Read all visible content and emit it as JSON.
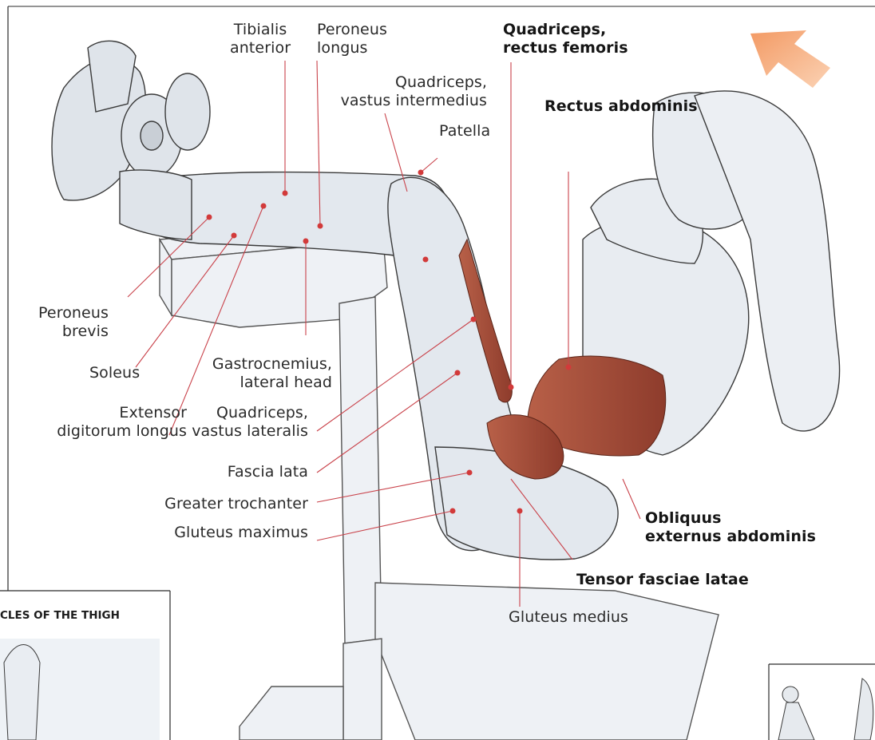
{
  "labels": {
    "tibialis_anterior": [
      "Tibialis",
      "anterior"
    ],
    "peroneus_longus": [
      "Peroneus",
      "longus"
    ],
    "quad_rectus_femoris": [
      "Quadriceps,",
      "rectus femoris"
    ],
    "quad_vastus_intermedius": [
      "Quadriceps,",
      "vastus intermedius"
    ],
    "rectus_abdominis": "Rectus abdominis",
    "patella": "Patella",
    "peroneus_brevis": [
      "Peroneus",
      "brevis"
    ],
    "soleus": "Soleus",
    "gastrocnemius_lateral": [
      "Gastrocnemius,",
      "lateral head"
    ],
    "extensor_digitorum": [
      "Extensor",
      "digitorum longus"
    ],
    "quad_vastus_lateralis": [
      "Quadriceps,",
      "vastus lateralis"
    ],
    "fascia_lata": "Fascia lata",
    "greater_trochanter": "Greater trochanter",
    "gluteus_maximus": "Gluteus maximus",
    "obliquus_externus": [
      "Obliquus",
      "externus abdominis"
    ],
    "tensor_fasciae_latae": "Tensor fasciae latae",
    "gluteus_medius": "Gluteus medius"
  },
  "inset": {
    "title": "CLES OF THE THIGH"
  },
  "colors": {
    "leader_line": "#c9424a",
    "marker_dot": "#d23a3a",
    "arrow": "#f08a55",
    "muscle_highlight": "#9a4a36",
    "line_art": "#3a3a3a",
    "skin_fill": "#e9edf2"
  },
  "icons": {
    "direction_arrow": "arrow-icon"
  }
}
